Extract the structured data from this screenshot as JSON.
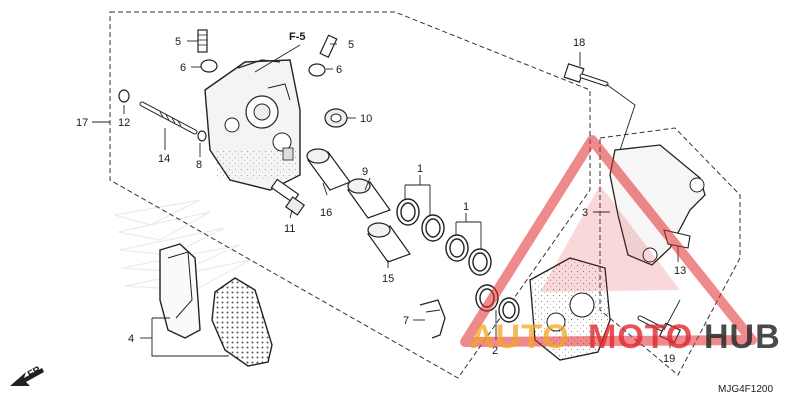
{
  "diagram": {
    "section_ref": "F-5",
    "drawing_code": "MJG4F1200",
    "direction_label": "FR.",
    "callouts": [
      "1",
      "1",
      "2",
      "3",
      "4",
      "5",
      "5",
      "6",
      "6",
      "7",
      "8",
      "9",
      "10",
      "11",
      "12",
      "13",
      "14",
      "15",
      "16",
      "17",
      "18",
      "19"
    ]
  },
  "watermark": {
    "text_auto": "AUTO",
    "text_moto": "MOTO",
    "text_hub": "HUB",
    "color_orange": "#f5a623",
    "color_red": "#e0282e",
    "color_dark": "#2b2b2b"
  }
}
